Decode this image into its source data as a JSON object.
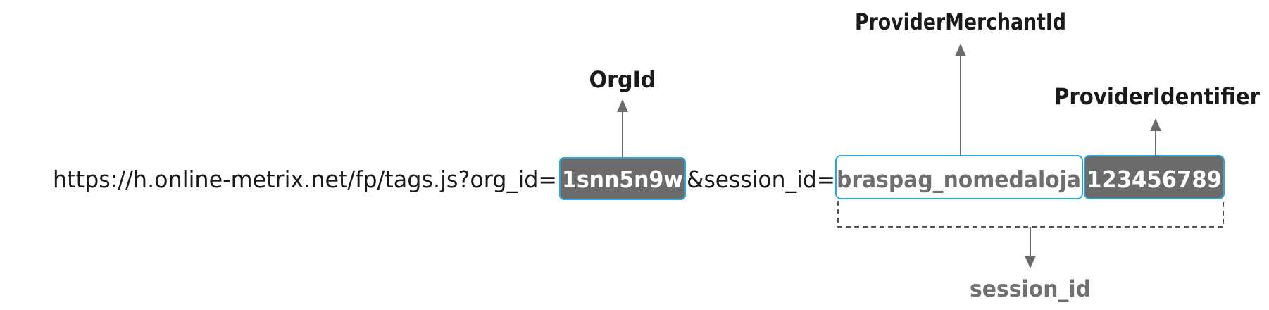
{
  "url": {
    "prefix": "https://h.online-metrix.net/fp/tags.js?org_id=",
    "org_id_value": "1snn5n9w",
    "middle": "&session_id=",
    "merchant_value": "braspag_nomedaloja",
    "identifier_value": "123456789"
  },
  "labels": {
    "org_id": "OrgId",
    "provider_merchant_id": "ProviderMerchantId",
    "provider_identifier": "ProviderIdentifier",
    "session_id": "session_id"
  },
  "colors": {
    "box_fill_dark": "#6b6b6b",
    "box_border_blue": "#29a8e0",
    "arrow": "#6b6b6b",
    "dashed": "#555555"
  }
}
